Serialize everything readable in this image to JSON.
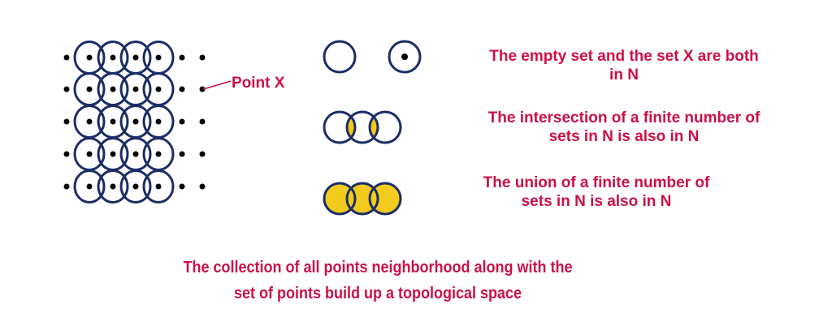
{
  "colors": {
    "text": "#cc1047",
    "circle_stroke": "#1b2d66",
    "fill_yellow": "#f2cb1d",
    "dot": "#000000"
  },
  "grid": {
    "rows": 5,
    "circles_per_row": 4,
    "label": "Point X"
  },
  "axioms": [
    {
      "icon": "empty-set-and-x-circles",
      "line1": "The empty set and the set X are both",
      "line2": "in N"
    },
    {
      "icon": "intersection-circles",
      "line1": "The intersection of a finite number of",
      "line2": "sets in N is also in N"
    },
    {
      "icon": "union-circles",
      "line1": "The union of a finite number of",
      "line2": "sets in N is also in N"
    }
  ],
  "footer": {
    "line1": "The collection of all points neighborhood along with the",
    "line2": "set of points build up a topological space"
  }
}
